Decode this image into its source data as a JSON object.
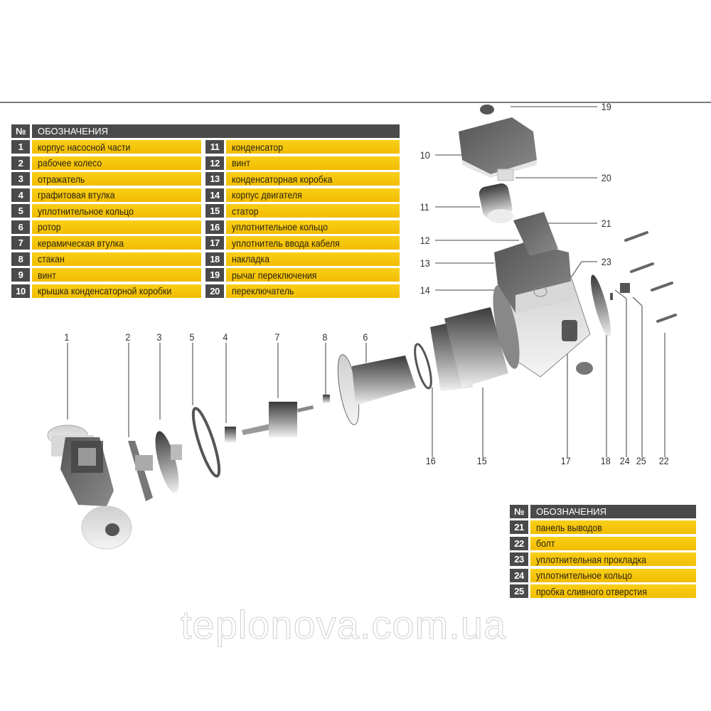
{
  "legend_main": {
    "header": {
      "num": "№",
      "title": "ОБОЗНАЧЕНИЯ"
    },
    "left": [
      {
        "num": "1",
        "label": "корпус насосной части"
      },
      {
        "num": "2",
        "label": "рабочее колесо"
      },
      {
        "num": "3",
        "label": "отражатель"
      },
      {
        "num": "4",
        "label": "графитовая втулка"
      },
      {
        "num": "5",
        "label": "уплотнительное кольцо"
      },
      {
        "num": "6",
        "label": "ротор"
      },
      {
        "num": "7",
        "label": "керамическая втулка"
      },
      {
        "num": "8",
        "label": "стакан"
      },
      {
        "num": "9",
        "label": "винт"
      },
      {
        "num": "10",
        "label": "крышка конденсаторной коробки"
      }
    ],
    "right": [
      {
        "num": "11",
        "label": "конденсатор"
      },
      {
        "num": "12",
        "label": "винт"
      },
      {
        "num": "13",
        "label": "конденсаторная коробка"
      },
      {
        "num": "14",
        "label": "корпус двигателя"
      },
      {
        "num": "15",
        "label": "статор"
      },
      {
        "num": "16",
        "label": "уплотнительное кольцо"
      },
      {
        "num": "17",
        "label": "уплотнитель ввода кабеля"
      },
      {
        "num": "18",
        "label": "накладка"
      },
      {
        "num": "19",
        "label": "рычаг переключения"
      },
      {
        "num": "20",
        "label": "переключатель"
      }
    ]
  },
  "legend_extra": {
    "header": {
      "num": "№",
      "title": "ОБОЗНАЧЕНИЯ"
    },
    "rows": [
      {
        "num": "21",
        "label": "панель выводов"
      },
      {
        "num": "22",
        "label": "болт"
      },
      {
        "num": "23",
        "label": "уплотнительная прокладка"
      },
      {
        "num": "24",
        "label": "уплотнительное кольцо"
      },
      {
        "num": "25",
        "label": "пробка сливного отверстия"
      }
    ]
  },
  "callouts": {
    "c1": "1",
    "c2": "2",
    "c3": "3",
    "c4": "4",
    "c5": "5",
    "c6": "6",
    "c7": "7",
    "c8": "8",
    "c10": "10",
    "c11": "11",
    "c12": "12",
    "c13": "13",
    "c14": "14",
    "c15": "15",
    "c16": "16",
    "c17": "17",
    "c18": "18",
    "c19": "19",
    "c20": "20",
    "c21": "21",
    "c22": "22",
    "c23": "23",
    "c24": "24",
    "c25": "25"
  },
  "colors": {
    "row_fill": "#f5c400",
    "header_fill": "#4a4a4a",
    "line": "#7a7a7a"
  },
  "watermark": "teplonova.com.ua"
}
